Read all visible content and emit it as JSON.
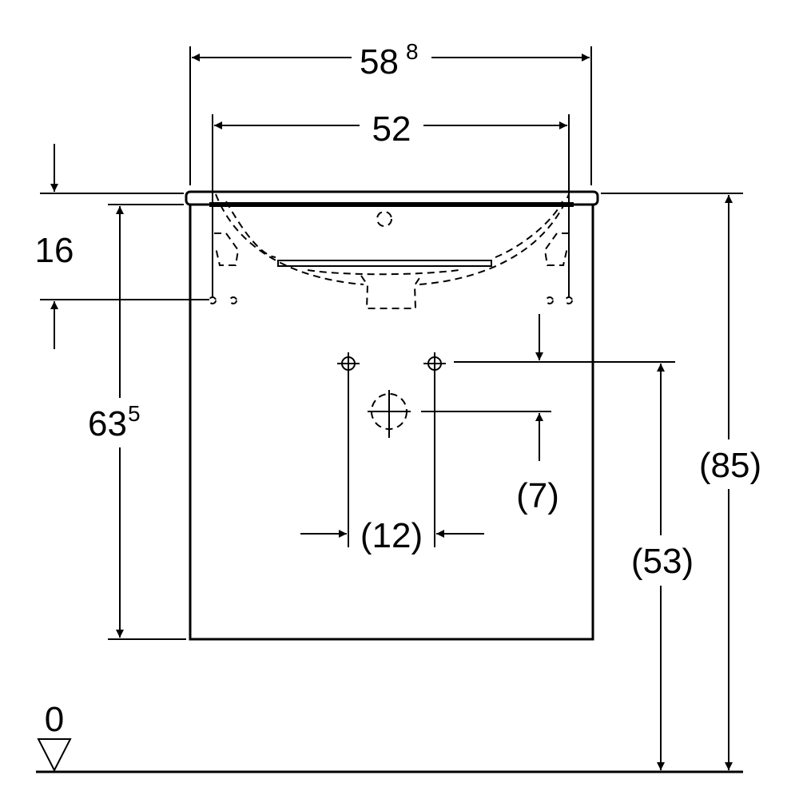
{
  "dimensions": {
    "overall_width": {
      "value": "58",
      "sup": "8"
    },
    "basin_width": {
      "value": "52"
    },
    "bracket_height": {
      "value": "16"
    },
    "cabinet_height": {
      "value": "63",
      "sup": "5"
    },
    "total_height": {
      "value": "(85)"
    },
    "tap_height": {
      "value": "(53)"
    },
    "drain_offset": {
      "value": "(7)"
    },
    "tap_spacing": {
      "value": "(12)"
    },
    "floor_level": {
      "value": "0"
    }
  }
}
